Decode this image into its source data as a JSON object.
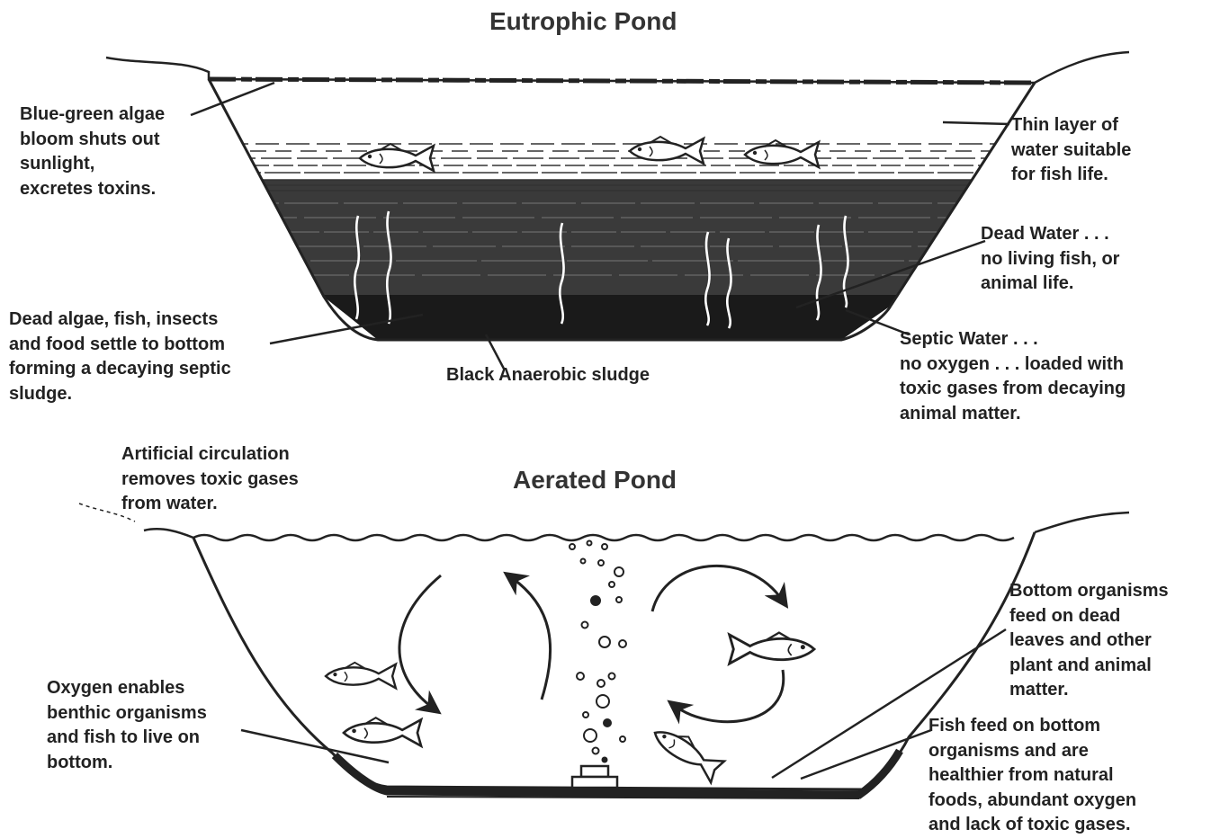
{
  "titles": {
    "top": "Eutrophic Pond",
    "bottom": "Aerated Pond"
  },
  "eutrophic_labels": {
    "algae": [
      "Blue-green algae",
      "bloom shuts out",
      "sunlight,",
      "excretes toxins."
    ],
    "thin_layer": [
      "Thin layer of",
      "water suitable",
      "for fish life."
    ],
    "dead_water": [
      "Dead Water . . .",
      "no living fish, or",
      "animal life."
    ],
    "dead_algae": [
      "Dead algae, fish, insects",
      "and food settle to bottom",
      "forming a decaying septic",
      "sludge."
    ],
    "sludge": [
      "Black Anaerobic sludge"
    ],
    "septic": [
      "Septic Water . . .",
      "no oxygen . . . loaded with",
      "toxic gases from decaying",
      "animal matter."
    ]
  },
  "aerated_labels": {
    "circulation": [
      "Artificial circulation",
      "removes toxic gases",
      "from water."
    ],
    "bottom_organisms": [
      "Bottom organisms",
      "feed on dead",
      "leaves and other",
      "plant and animal",
      "matter."
    ],
    "oxygen": [
      "Oxygen enables",
      "benthic organisms",
      "and fish to live on",
      "bottom."
    ],
    "fish_feed": [
      "Fish feed on bottom",
      "organisms and are",
      "healthier from natural",
      "foods, abundant oxygen",
      "and lack of toxic gases."
    ]
  },
  "colors": {
    "ink": "#222222",
    "sludge": "#1a1a1a",
    "water_dark": "#3a3a3a",
    "paper": "#ffffff"
  },
  "icons": [
    "fish-icon",
    "bubble-icon",
    "aerator-icon",
    "circulation-arrow-icon",
    "gas-squiggle-icon"
  ]
}
